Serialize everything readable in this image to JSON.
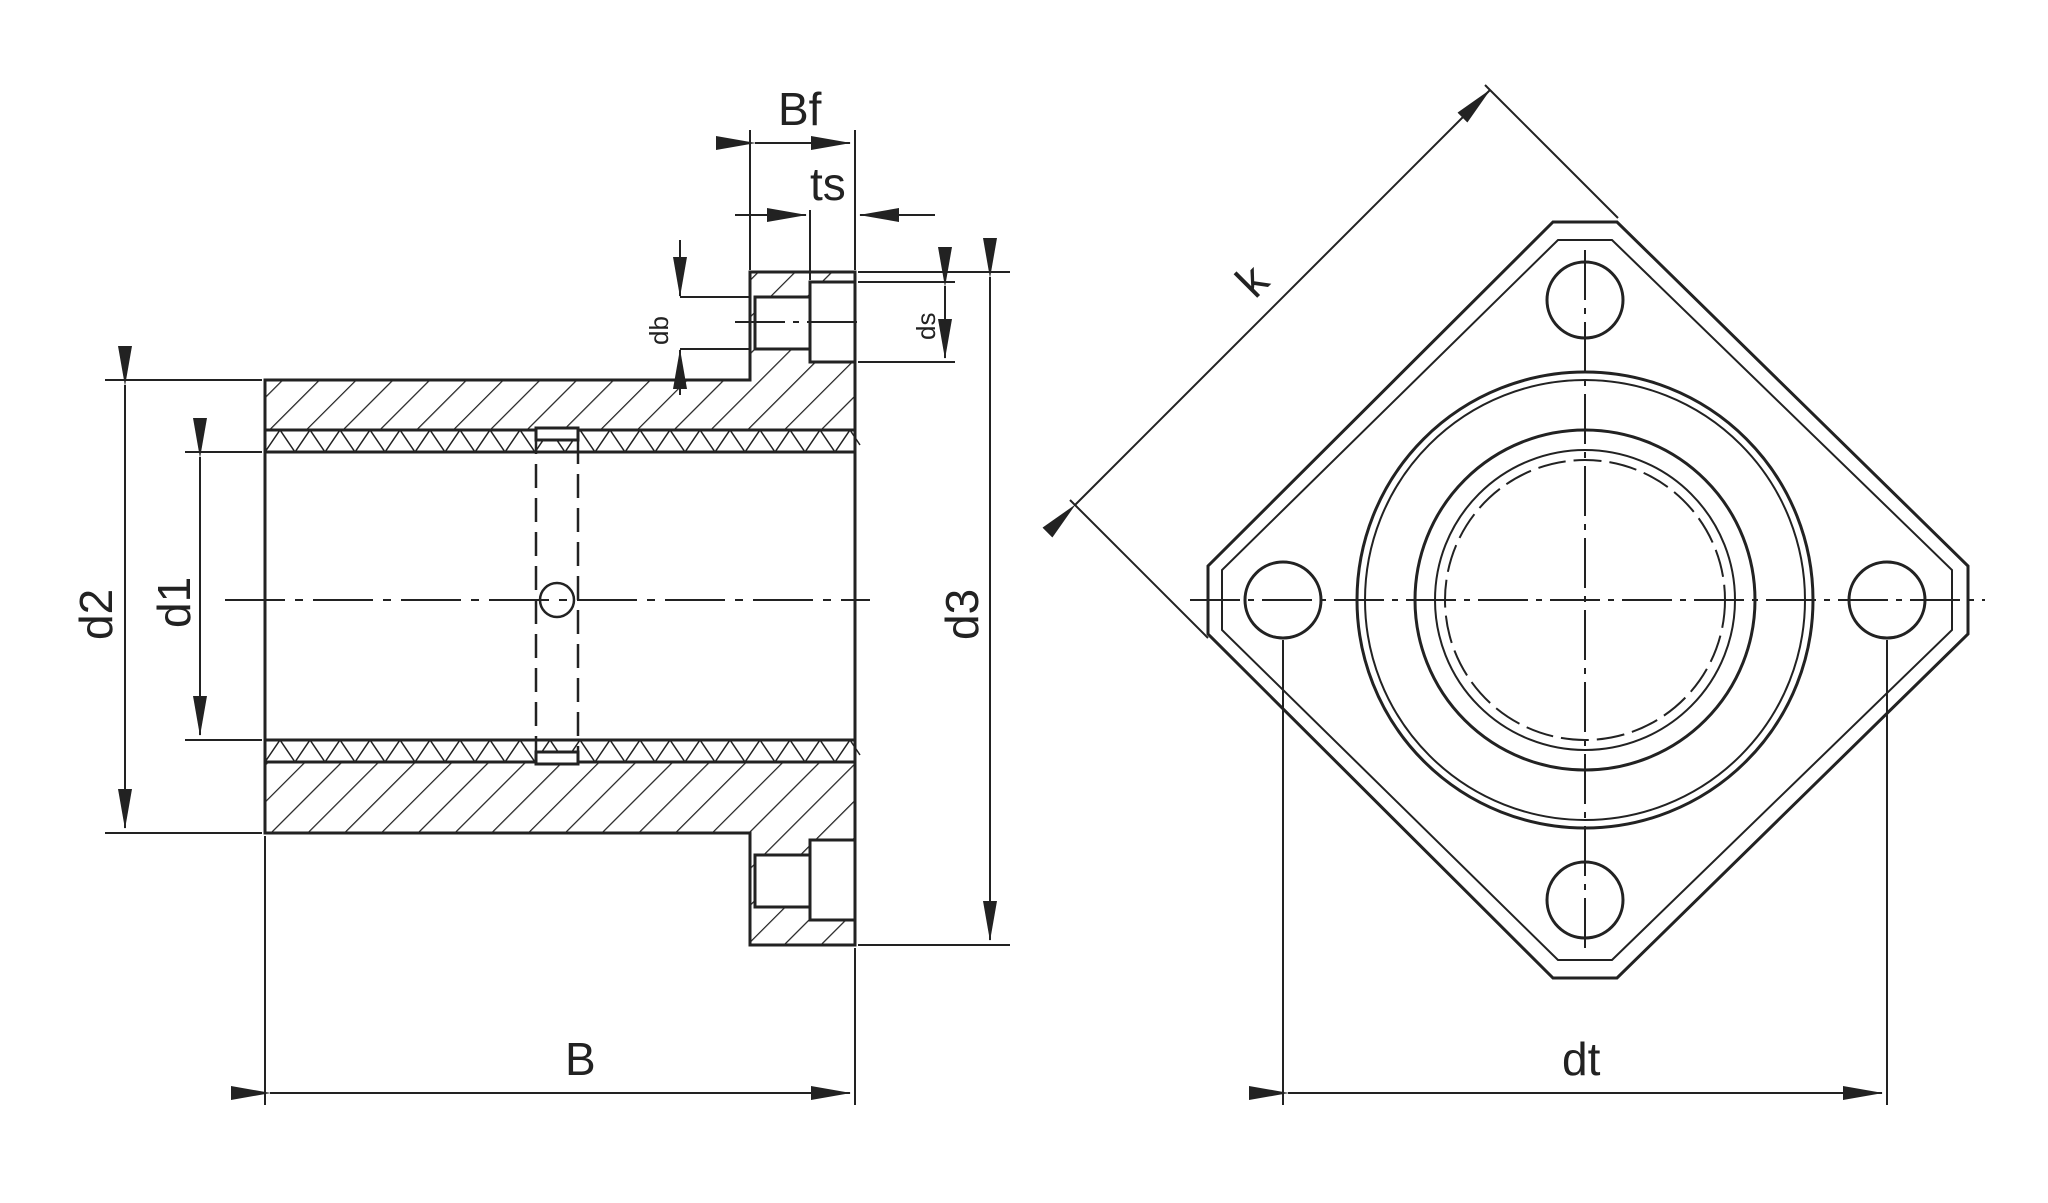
{
  "drawing": {
    "title": "Flanged linear bushing with square flange - technical drawing",
    "views": [
      "side section view",
      "front view"
    ],
    "stroke_color": "#222222",
    "background": "#ffffff"
  },
  "labels": {
    "B": "B",
    "Bf": "Bf",
    "ts": "ts",
    "db": "db",
    "ds": "ds",
    "d1": "d1",
    "d2": "d2",
    "d3": "d3",
    "k": "k",
    "dt": "dt"
  }
}
